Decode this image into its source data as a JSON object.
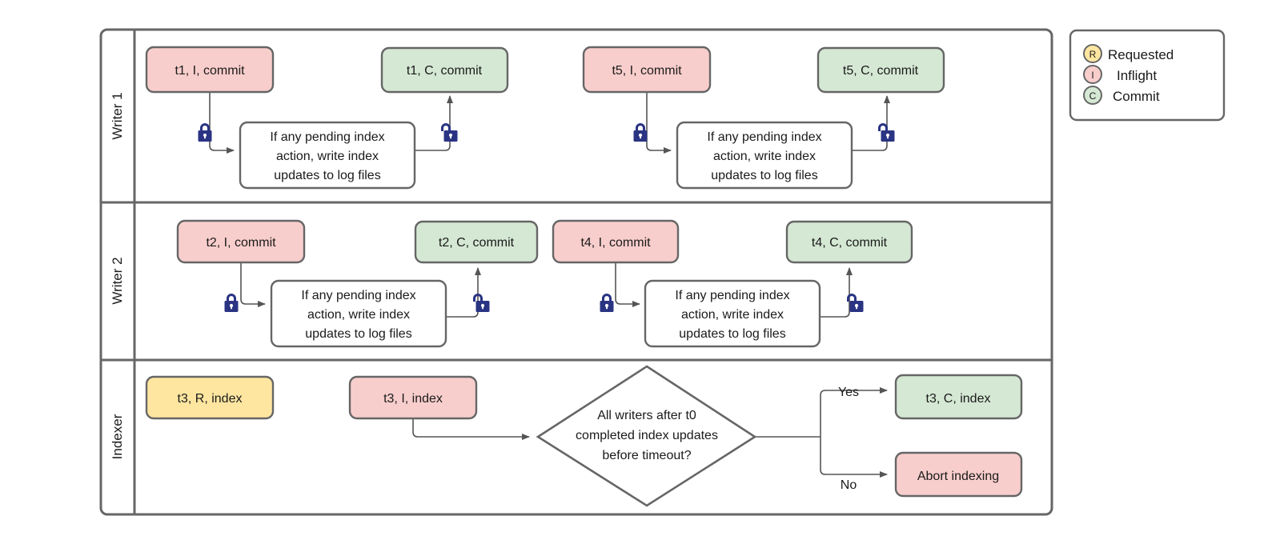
{
  "diagram": {
    "title": "Writer / Indexer concurrency swimlane flowchart",
    "colors": {
      "inflight_fill": "#f8cecc",
      "commit_fill": "#d5e8d4",
      "requested_fill": "#ffe6a0",
      "node_stroke": "#666666",
      "frame_stroke": "#666666",
      "lock_fill": "#2a3483",
      "text": "#1a1a1a",
      "edge": "#555555"
    },
    "lanes": [
      {
        "id": "writer1",
        "label": "Writer 1"
      },
      {
        "id": "writer2",
        "label": "Writer 2"
      },
      {
        "id": "indexer",
        "label": "Indexer"
      }
    ],
    "nodes": {
      "w1_t1_i": {
        "label": "t1, I, commit",
        "state": "inflight"
      },
      "w1_t1_c": {
        "label": "t1, C, commit",
        "state": "commit"
      },
      "w1_t5_i": {
        "label": "t5, I, commit",
        "state": "inflight"
      },
      "w1_t5_c": {
        "label": "t5, C, commit",
        "state": "commit"
      },
      "w2_t2_i": {
        "label": "t2, I, commit",
        "state": "inflight"
      },
      "w2_t2_c": {
        "label": "t2, C, commit",
        "state": "commit"
      },
      "w2_t4_i": {
        "label": "t4, I, commit",
        "state": "inflight"
      },
      "w2_t4_c": {
        "label": "t4, C, commit",
        "state": "commit"
      },
      "ix_t3_r": {
        "label": "t3, R, index",
        "state": "requested"
      },
      "ix_t3_i": {
        "label": "t3, I, index",
        "state": "inflight"
      },
      "ix_t3_c": {
        "label": "t3, C, index",
        "state": "commit"
      },
      "ix_abort": {
        "label": "Abort indexing",
        "state": "inflight"
      }
    },
    "process_text": {
      "line1": "If any pending index",
      "line2": "action, write index",
      "line3": "updates to log files"
    },
    "decision_text": {
      "line1": "All writers after t0",
      "line2": "completed index updates",
      "line3": "before timeout?"
    },
    "edge_labels": {
      "yes": "Yes",
      "no": "No"
    },
    "locks": [
      {
        "id": "w1-lock-1",
        "kind": "locked"
      },
      {
        "id": "w1-lock-2",
        "kind": "unlocked"
      },
      {
        "id": "w1-lock-3",
        "kind": "locked"
      },
      {
        "id": "w1-lock-4",
        "kind": "unlocked"
      },
      {
        "id": "w2-lock-1",
        "kind": "locked"
      },
      {
        "id": "w2-lock-2",
        "kind": "unlocked"
      },
      {
        "id": "w2-lock-3",
        "kind": "locked"
      },
      {
        "id": "w2-lock-4",
        "kind": "unlocked"
      }
    ]
  },
  "legend": {
    "items": [
      {
        "key": "R",
        "label": "Requested",
        "color": "#ffe6a0"
      },
      {
        "key": "I",
        "label": "Inflight",
        "color": "#f8cecc"
      },
      {
        "key": "C",
        "label": "Commit",
        "color": "#d5e8d4"
      }
    ]
  }
}
